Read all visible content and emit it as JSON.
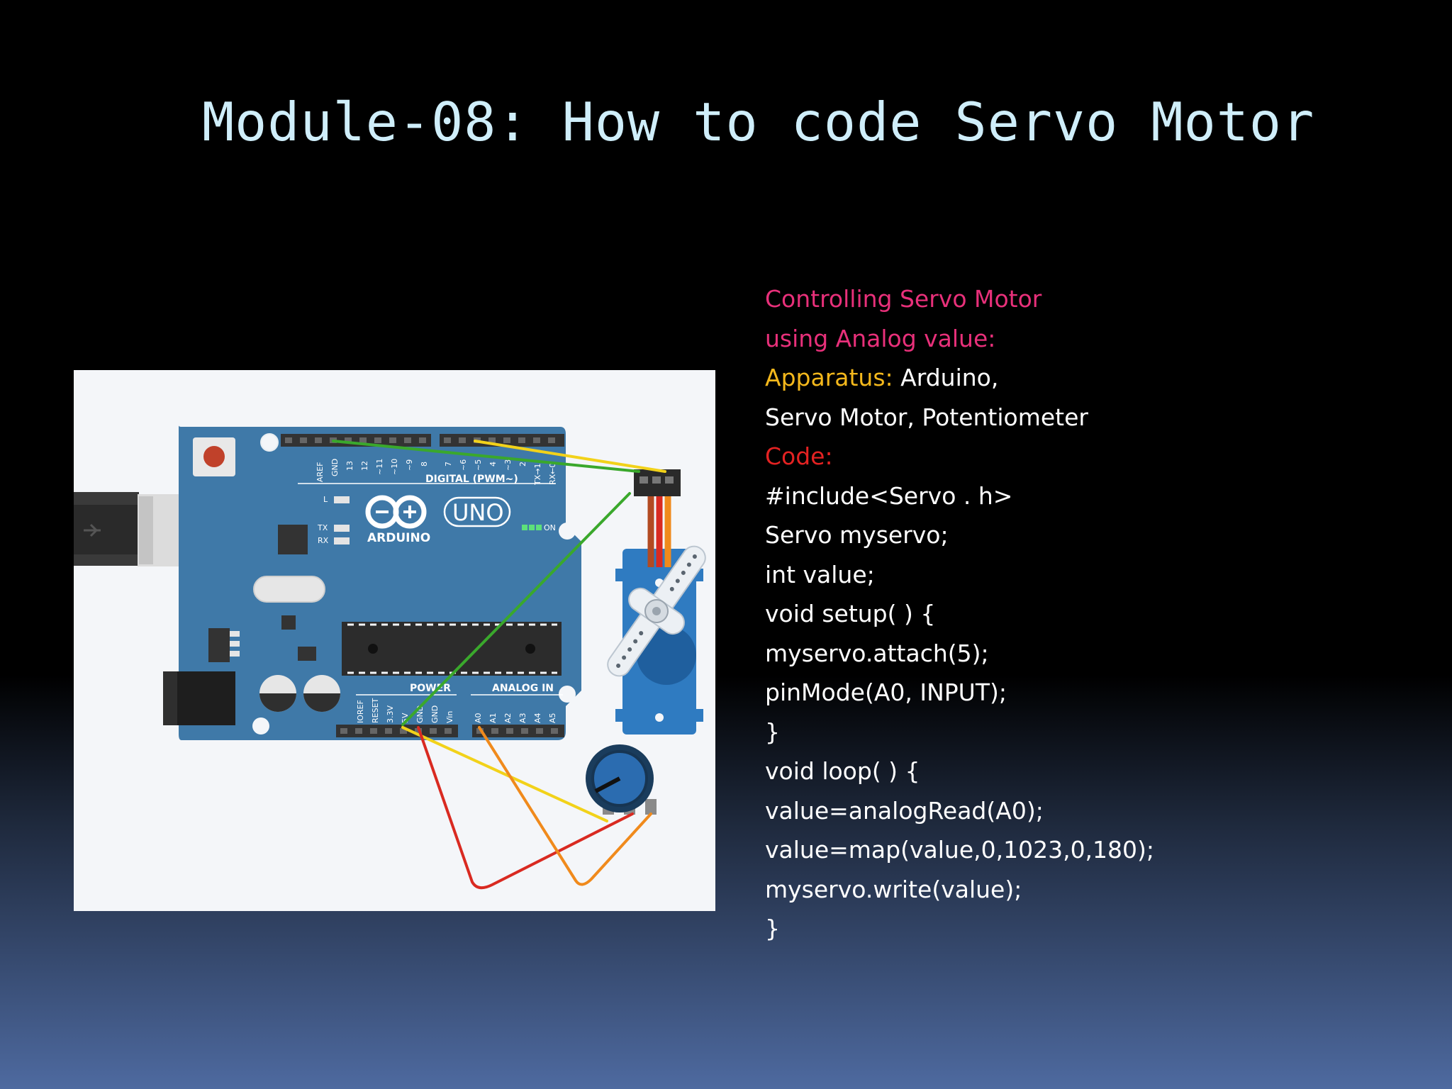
{
  "slide": {
    "title": "Module-08: How to code Servo Motor"
  },
  "figure": {
    "board_logo_text": "ARDUINO",
    "board_model": "UNO",
    "digital_header_label": "DIGITAL (PWM~)",
    "power_label": "POWER",
    "analog_label": "ANALOG IN",
    "on_label": "ON",
    "led_labels": [
      "L",
      "TX",
      "RX"
    ],
    "digital_pins": [
      "AREF",
      "GND",
      "13",
      "12",
      "~11",
      "~10",
      "~9",
      "8",
      "7",
      "~6",
      "~5",
      "4",
      "~3",
      "2",
      "TX→1",
      "RX←0"
    ],
    "power_pins": [
      "IOREF",
      "RESET",
      "3.3V",
      "5V",
      "GND",
      "GND",
      "Vin"
    ],
    "analog_pins": [
      "A0",
      "A1",
      "A2",
      "A3",
      "A4",
      "A5"
    ],
    "wire_colors": {
      "green": "#3aa82c",
      "yellow": "#f2d21a",
      "red": "#d92a21",
      "orange": "#f08a1c"
    }
  },
  "content": {
    "heading_line1": "Controlling Servo Motor",
    "heading_line2": "using Analog value:",
    "apparatus_label": "Apparatus:",
    "apparatus_value": " Arduino,",
    "apparatus_line2": "Servo Motor, Potentiometer",
    "code_label": "Code:",
    "code_lines": [
      "#include<Servo . h>",
      "Servo myservo;",
      "int value;",
      "void setup( ) {",
      "myservo.attach(5);",
      "pinMode(A0, INPUT);",
      "}",
      "void loop( ) {",
      "value=analogRead(A0);",
      "value=map(value,0,1023,0,180);",
      "myservo.write(value);",
      "}"
    ]
  },
  "colors": {
    "title": "#cfeefa",
    "heading": "#e8307a",
    "apparatus_label": "#f4b81c",
    "code_label": "#e42222",
    "board": "#3f79a8"
  }
}
